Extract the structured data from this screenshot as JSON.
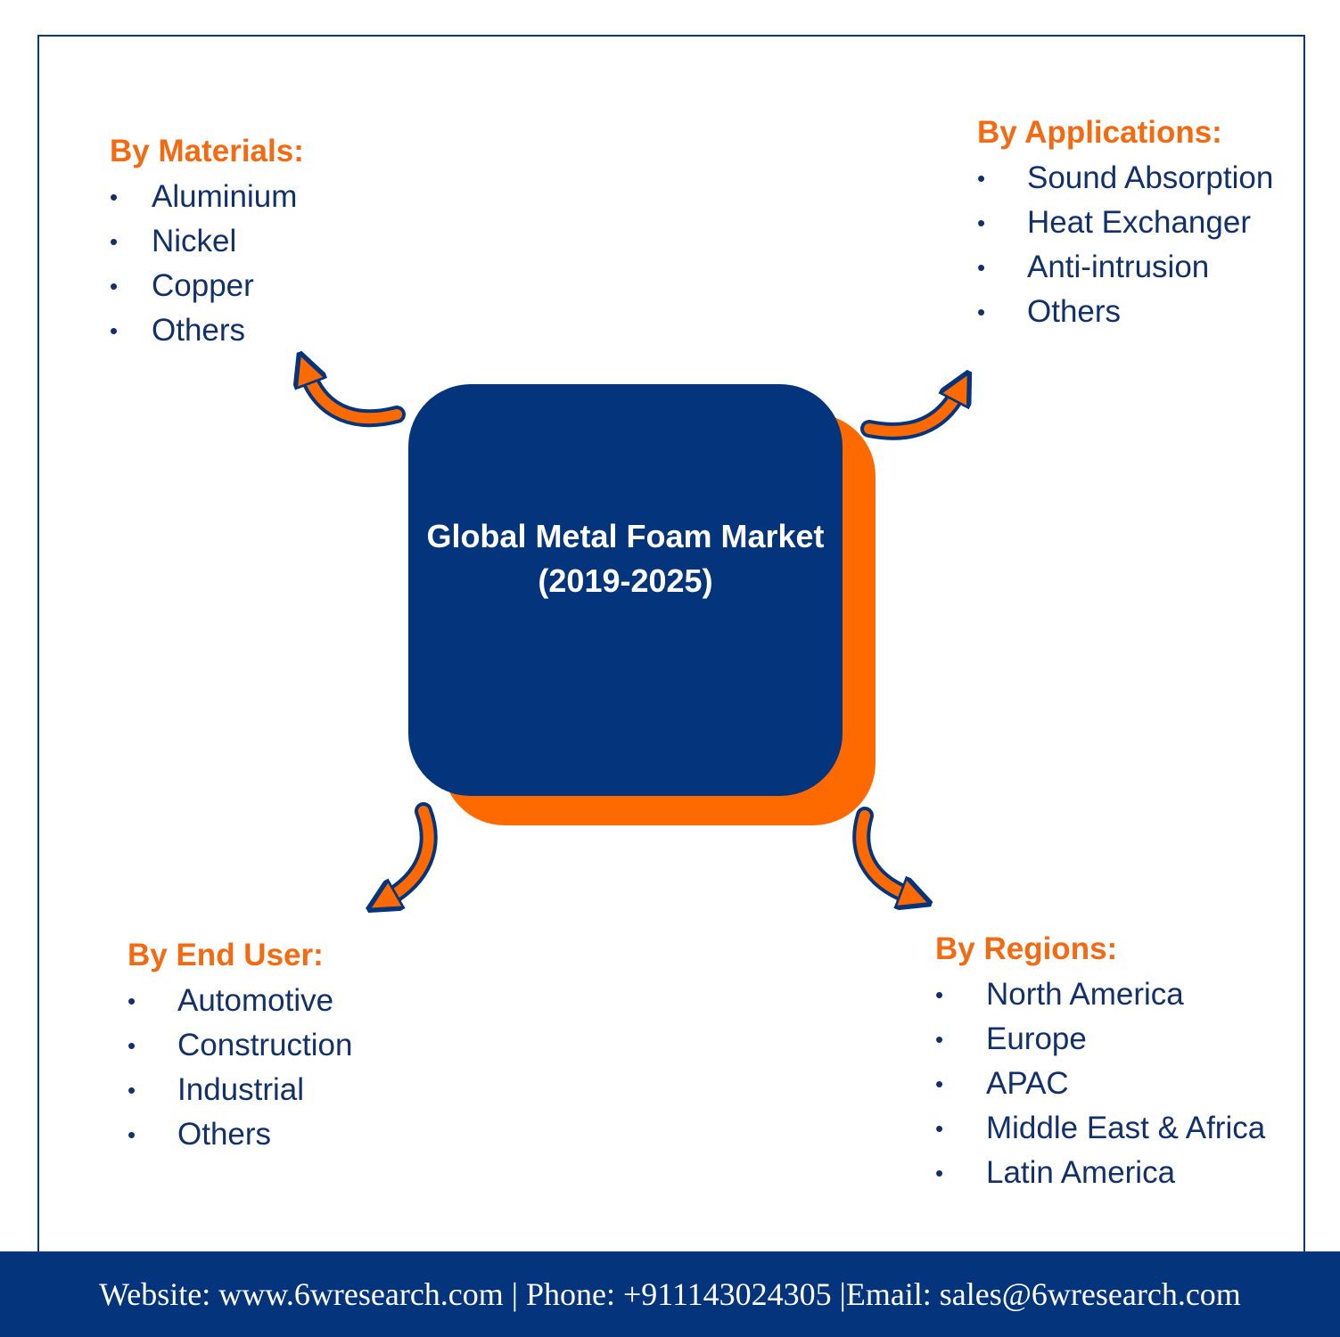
{
  "center": {
    "title_line1": "Global Metal Foam Market",
    "title_line2": "(2019-2025)"
  },
  "segments": {
    "materials": {
      "title": "By Materials:",
      "items": [
        "Aluminium",
        "Nickel",
        "Copper",
        "Others"
      ]
    },
    "applications": {
      "title": "By Applications:",
      "items": [
        "Sound Absorption",
        "Heat Exchanger",
        "Anti-intrusion",
        "Others"
      ]
    },
    "end_user": {
      "title": "By End User:",
      "items": [
        "Automotive",
        "Construction",
        "Industrial",
        "Others"
      ]
    },
    "regions": {
      "title": "By Regions:",
      "items": [
        "North America",
        "Europe",
        "APAC",
        "Middle East & Africa",
        "Latin America"
      ]
    }
  },
  "footer": {
    "text": "Website: www.6wresearch.com | Phone: +911143024305 |Email: sales@6wresearch.com"
  },
  "colors": {
    "navy": "#04347c",
    "orange": "#ff6a00",
    "heading_orange": "#f46a12",
    "text_navy": "#12306a"
  },
  "icons": {
    "connector": "curved-arrow-icon",
    "bullet": "bullet-dot"
  }
}
